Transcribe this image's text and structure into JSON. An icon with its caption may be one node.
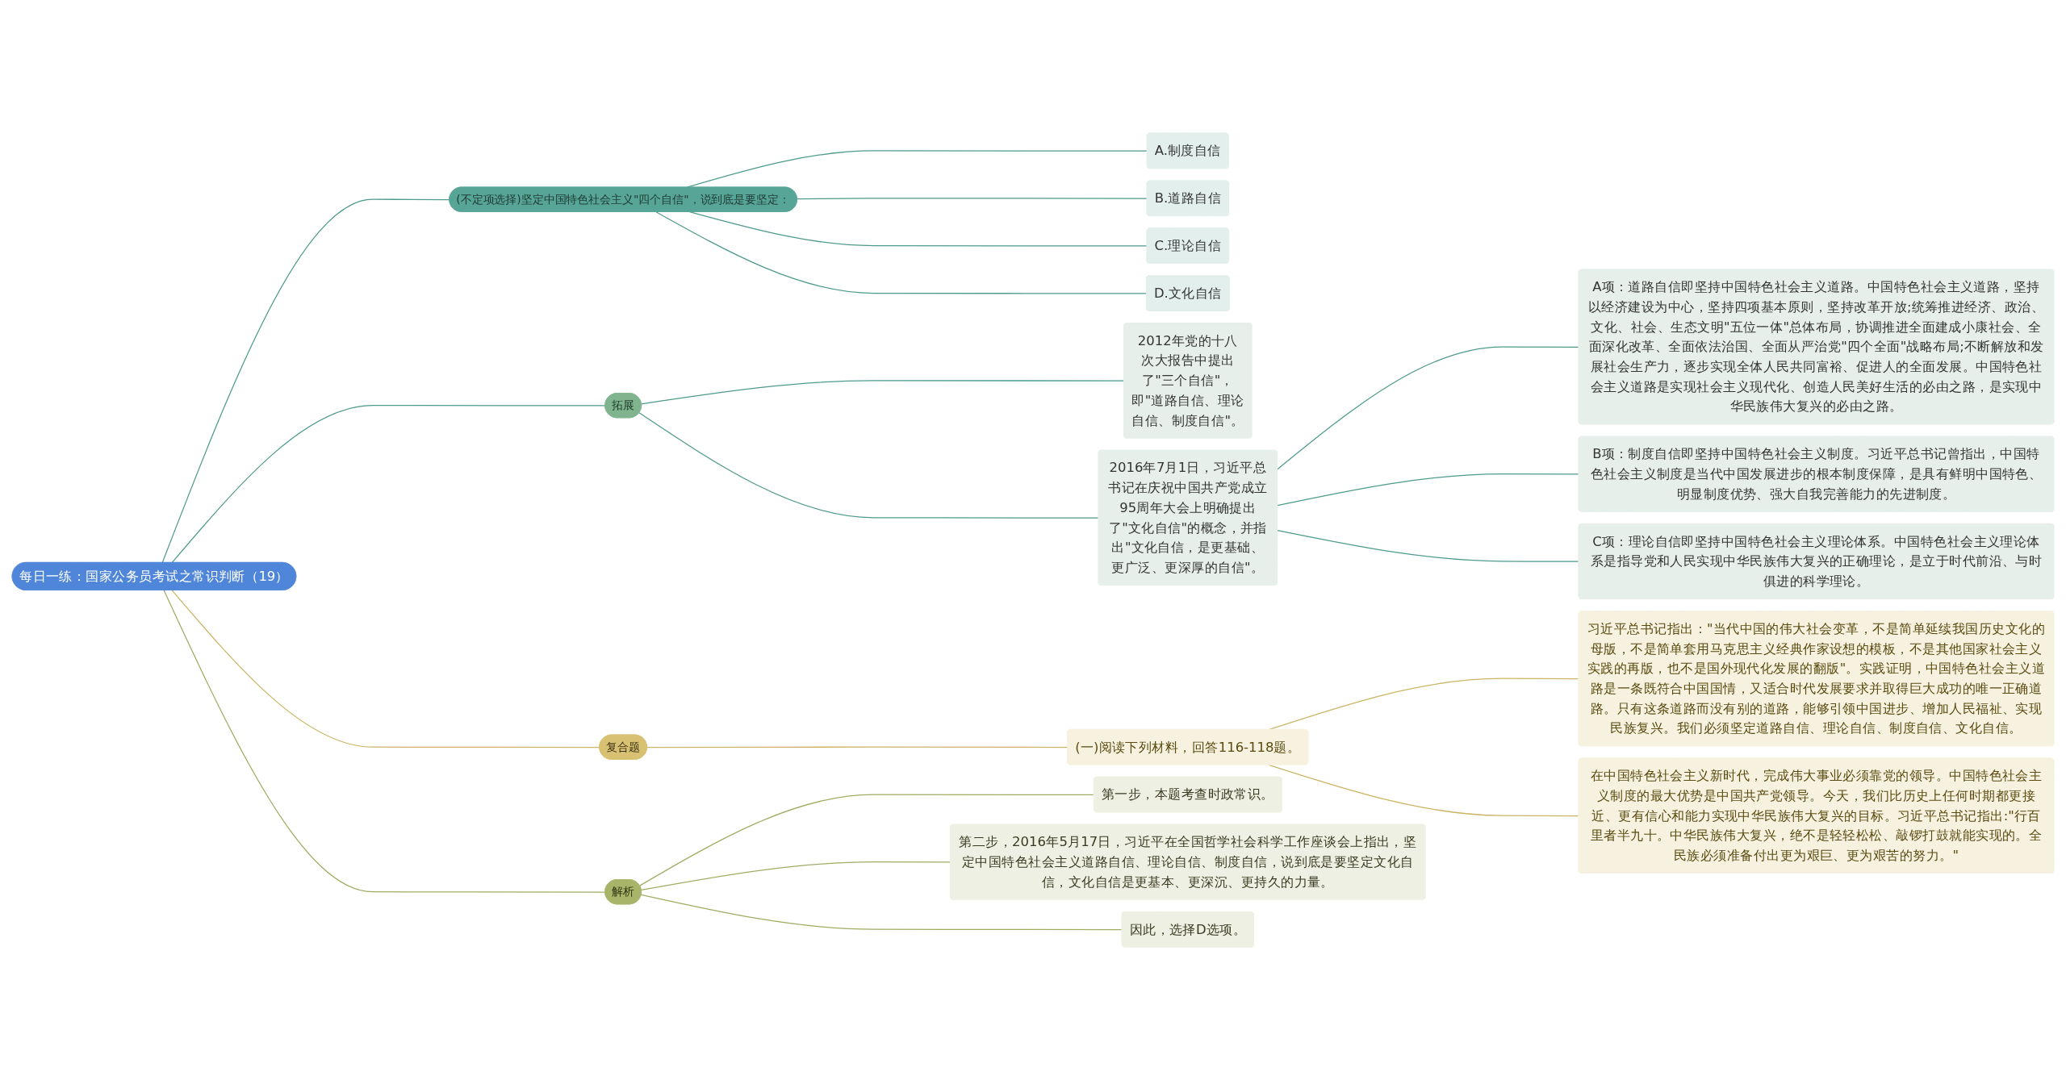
{
  "diagram": {
    "nodes": [
      {
        "text": [
          "每日一练：国家公务员考试之常识判断（19）"
        ]
      },
      {
        "text": [
          "(不定项选择)坚定中国特色社会主义\"四个自信\"，说到底是要坚定："
        ]
      },
      {
        "text": [
          "A.制度自信"
        ]
      },
      {
        "text": [
          "B.道路自信"
        ]
      },
      {
        "text": [
          "C.理论自信"
        ]
      },
      {
        "text": [
          "D.文化自信"
        ]
      },
      {
        "text": [
          "拓展"
        ]
      },
      {
        "text": [
          "2012年党的十八次大报告中提出了\"三个自信\"，即\"道路自信、理论自信、制度自信\"。"
        ]
      },
      {
        "text": [
          "2016年7月1日，习近平总书记在庆祝中国共产党成立95周年大会上明确提出了\"文化自信\"的概念，并指出\"文化自信，是更基础、更广泛、更深厚的自信\"。"
        ]
      },
      {
        "text": [
          "A项：道路自信即坚持中国特色社会主义道路。中国特色社会主义道路，坚持以经济建设为中心，坚持四项基本原则，坚持改革开放;统筹推进经济、政治、文化、社会、生态文明\"五位一体\"总体布局，协调推进全面建成小康社会、全面深化改革、全面依法治国、全面从严治党\"四个全面\"战略布局;不断解放和发展社会生产力，逐步实现全体人民共同富裕、促进人的全面发展。中国特色社会主义道路是实现社会主义现代化、创造人民美好生活的必由之路，是实现中华民族伟大复兴的必由之路。"
        ]
      },
      {
        "text": [
          "B项：制度自信即坚持中国特色社会主义制度。习近平总书记曾指出，中国特色社会主义制度是当代中国发展进步的根本制度保障，是具有鲜明中国特色、明显制度优势、强大自我完善能力的先进制度。"
        ]
      },
      {
        "text": [
          "C项：理论自信即坚持中国特色社会主义理论体系。中国特色社会主义理论体系是指导党和人民实现中华民族伟大复兴的正确理论，是立于时代前沿、与时俱进的科学理论。"
        ]
      },
      {
        "text": [
          "复合题"
        ]
      },
      {
        "text": [
          "(一)阅读下列材料，回答116-118题。"
        ]
      },
      {
        "text": [
          "习近平总书记指出：\"当代中国的伟大社会变革，不是简单延续我国历史文化的母版，不是简单套用马克思主义经典作家设想的模板，不是其他国家社会主义实践的再版，也不是国外现代化发展的翻版\"。实践证明，中国特色社会主义道路是一条既符合中国国情，又适合时代发展要求并取得巨大成功的唯一正确道路。只有这条道路而没有别的道路，能够引领中国进步、增加人民福祉、实现民族复兴。我们必须坚定道路自信、理论自信、制度自信、文化自信。"
        ]
      },
      {
        "text": [
          "在中国特色社会主义新时代，完成伟大事业必须靠党的领导。中国特色社会主义制度的最大优势是中国共产党领导。今天，我们比历史上任何时期都更接近、更有信心和能力实现中华民族伟大复兴的目标。习近平总书记指出:\"行百里者半九十。中华民族伟大复兴，绝不是轻轻松松、敲锣打鼓就能实现的。全民族必须准备付出更为艰巨、更为艰苦的努力。\""
        ]
      },
      {
        "text": [
          "解析"
        ]
      },
      {
        "text": [
          "第一步，本题考查时政常识。"
        ]
      },
      {
        "text": [
          "第二步，2016年5月17日，习近平在全国哲学社会科学工作座谈会上指出，坚定中国特色社会主义道路自信、理论自信、制度自信，说到底是要坚定文化自信，文化自信是更基本、更深沉、更持久的力量。"
        ]
      },
      {
        "text": [
          "因此，选择D选项。"
        ]
      }
    ],
    "edges": [
      {
        "from": 0,
        "to": 1,
        "arrow": "none"
      },
      {
        "from": 1,
        "to": 2,
        "arrow": "none"
      },
      {
        "from": 1,
        "to": 3,
        "arrow": "none"
      },
      {
        "from": 1,
        "to": 4,
        "arrow": "none"
      },
      {
        "from": 1,
        "to": 5,
        "arrow": "none"
      },
      {
        "from": 0,
        "to": 6,
        "arrow": "none"
      },
      {
        "from": 6,
        "to": 7,
        "arrow": "none"
      },
      {
        "from": 6,
        "to": 8,
        "arrow": "none"
      },
      {
        "from": 8,
        "to": 9,
        "arrow": "none"
      },
      {
        "from": 8,
        "to": 10,
        "arrow": "none"
      },
      {
        "from": 8,
        "to": 11,
        "arrow": "none"
      },
      {
        "from": 0,
        "to": 12,
        "arrow": "none",
        "color": "#cbb464"
      },
      {
        "from": 12,
        "to": 13,
        "arrow": "none",
        "color": "#cbb464"
      },
      {
        "from": 13,
        "to": 14,
        "arrow": "none",
        "color": "#cbb464"
      },
      {
        "from": 13,
        "to": 15,
        "arrow": "none",
        "color": "#cbb464"
      },
      {
        "from": 0,
        "to": 16,
        "arrow": "none",
        "color": "#a3ab63"
      },
      {
        "from": 16,
        "to": 17,
        "arrow": "none",
        "color": "#a3ab63"
      },
      {
        "from": 16,
        "to": 18,
        "arrow": "none",
        "color": "#a3ab63"
      },
      {
        "from": 16,
        "to": 19,
        "arrow": "none",
        "color": "#a3ab63"
      }
    ]
  }
}
